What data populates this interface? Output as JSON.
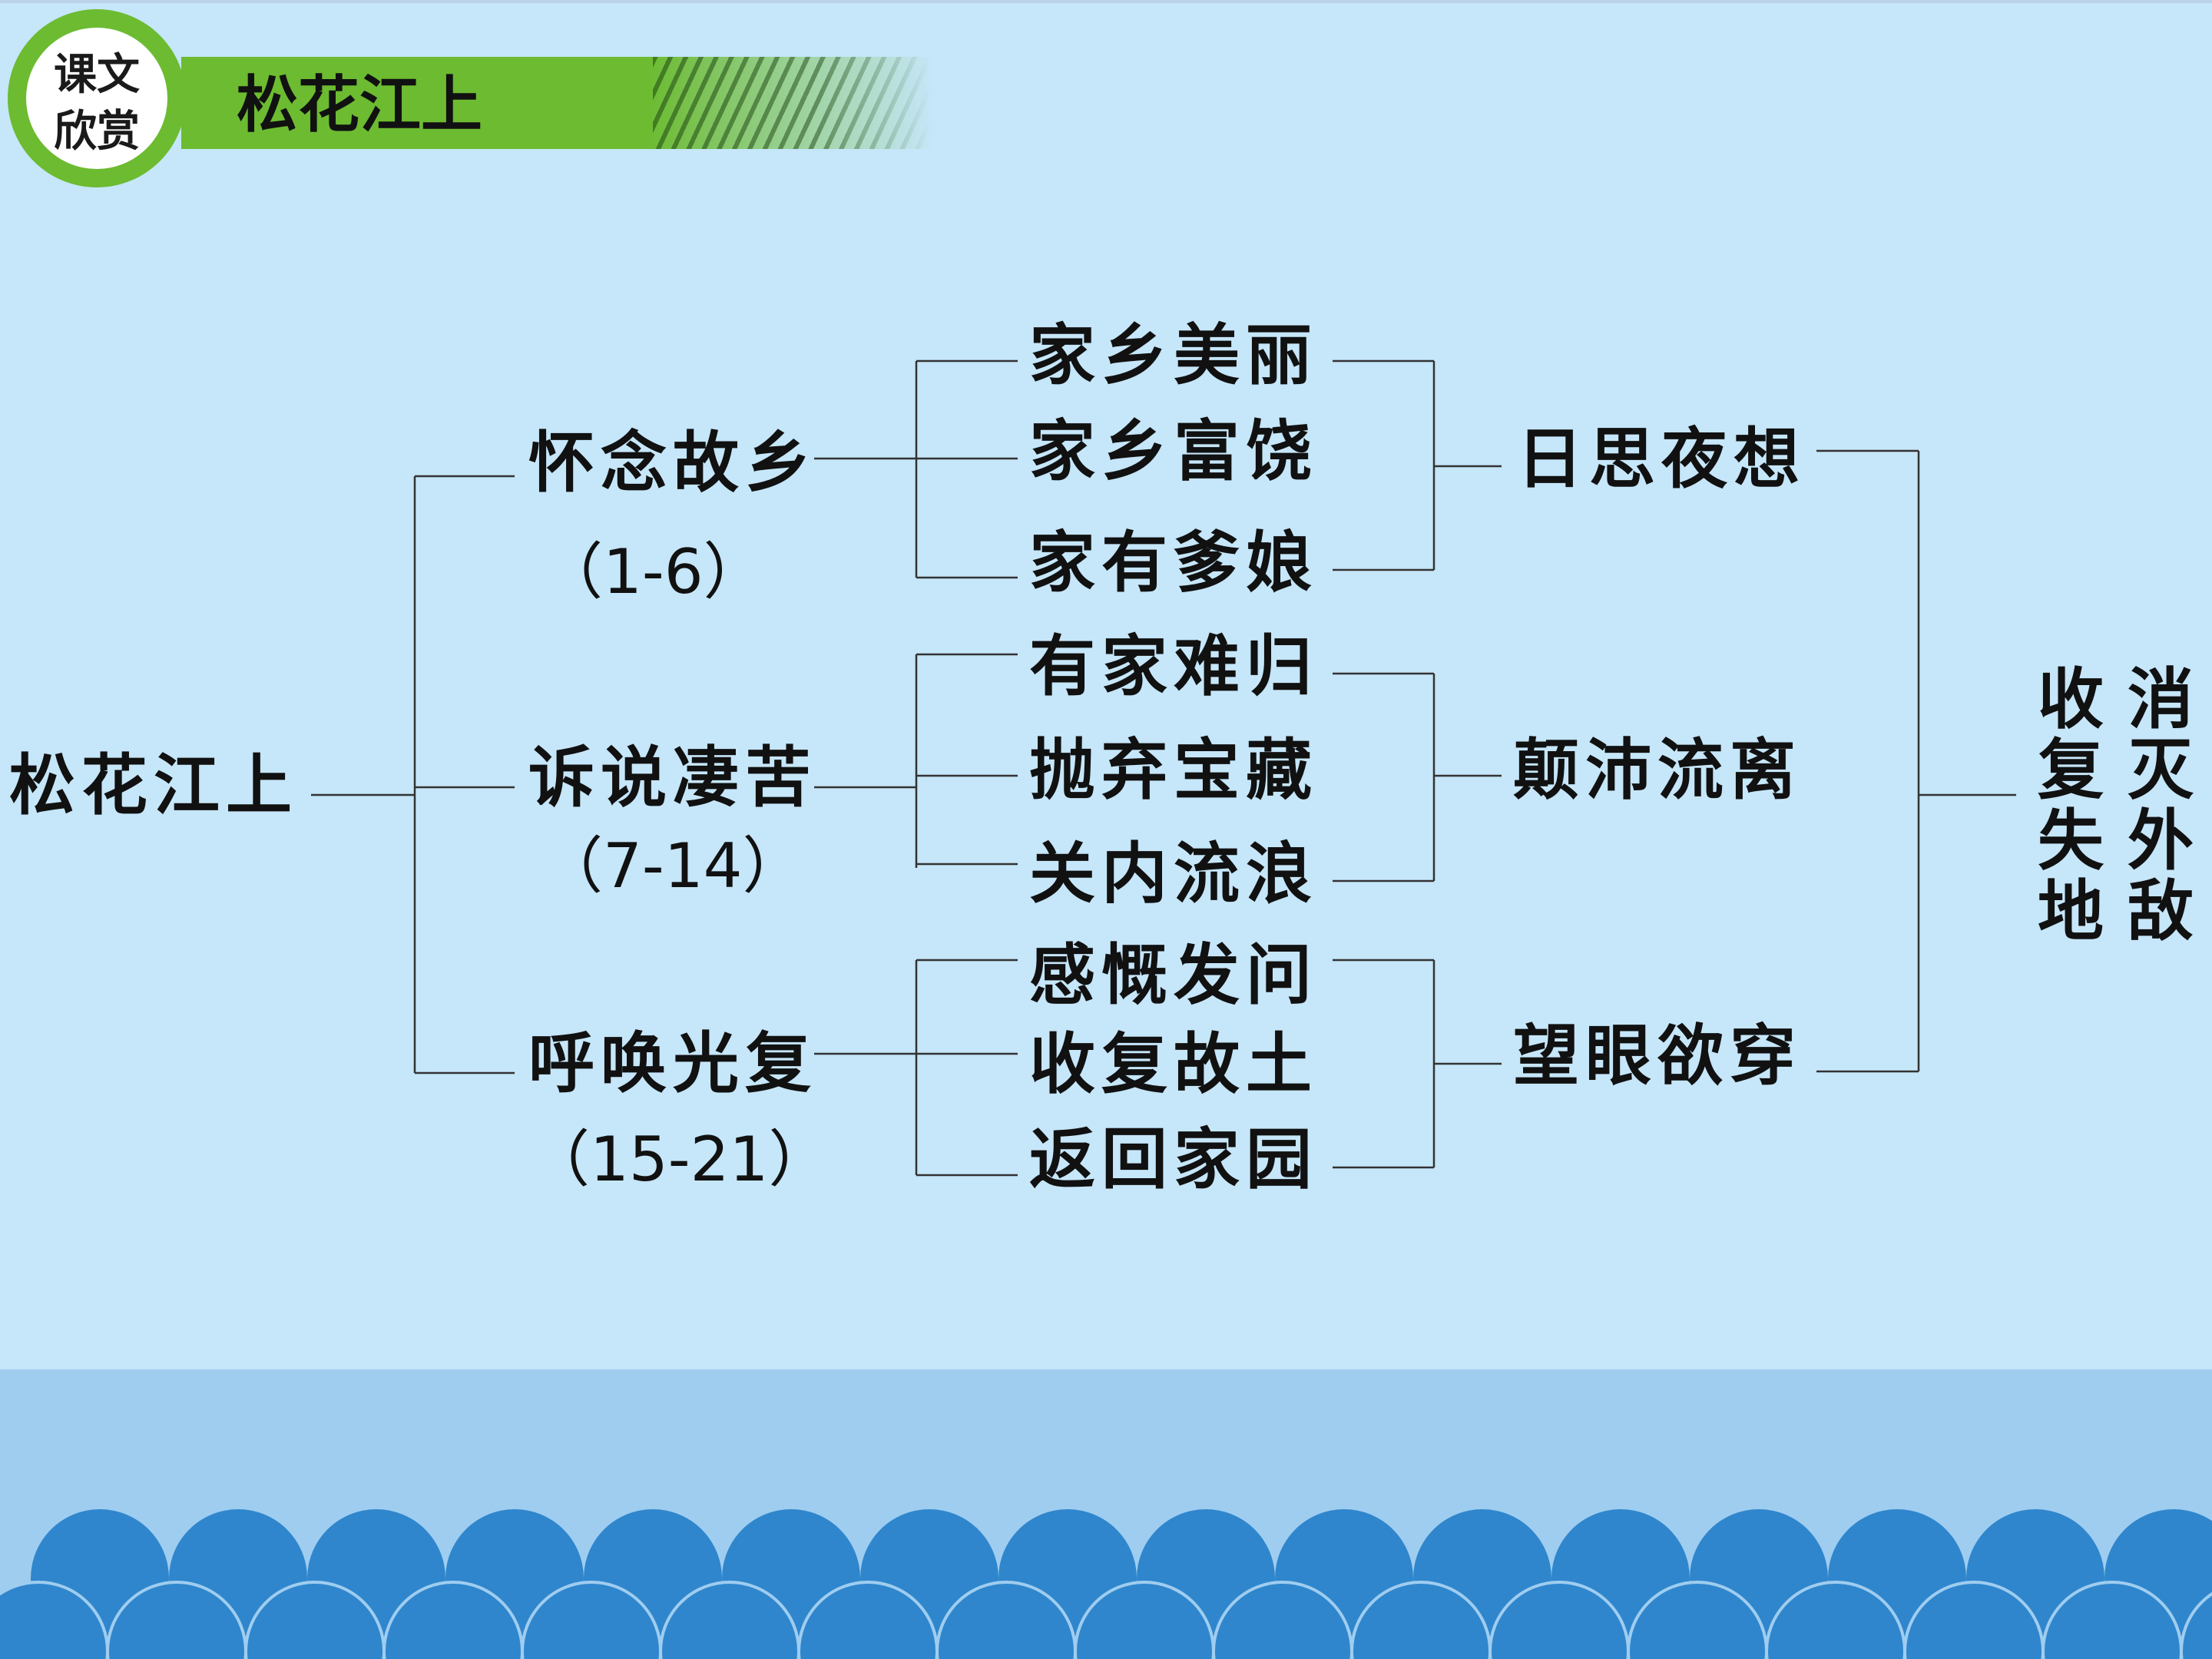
{
  "badge": {
    "line1": "课文",
    "line2": "欣赏"
  },
  "header": {
    "title": "松花江上"
  },
  "diagram": {
    "root": "松花江上",
    "sections": [
      {
        "label": "怀念故乡",
        "range": "（1-6）",
        "items": [
          "家乡美丽",
          "家乡富饶",
          "家有爹娘"
        ],
        "summary": "日思夜想"
      },
      {
        "label": "诉说凄苦",
        "range": "（7-14）",
        "items": [
          "有家难归",
          "抛弃宝藏",
          "关内流浪"
        ],
        "summary": "颠沛流离"
      },
      {
        "label": "呼唤光复",
        "range": "（15-21）",
        "items": [
          "感慨发问",
          "收复故土",
          "返回家园"
        ],
        "summary": "望眼欲穿"
      }
    ],
    "conclusion": {
      "col_right": [
        "消",
        "灭",
        "外",
        "敌"
      ],
      "col_left": [
        "收",
        "复",
        "失",
        "地"
      ]
    }
  },
  "colors": {
    "background": "#c6e6f9",
    "band": "#9fcdf0",
    "wave": "#2f86cc",
    "accent": "#6cbb31"
  }
}
